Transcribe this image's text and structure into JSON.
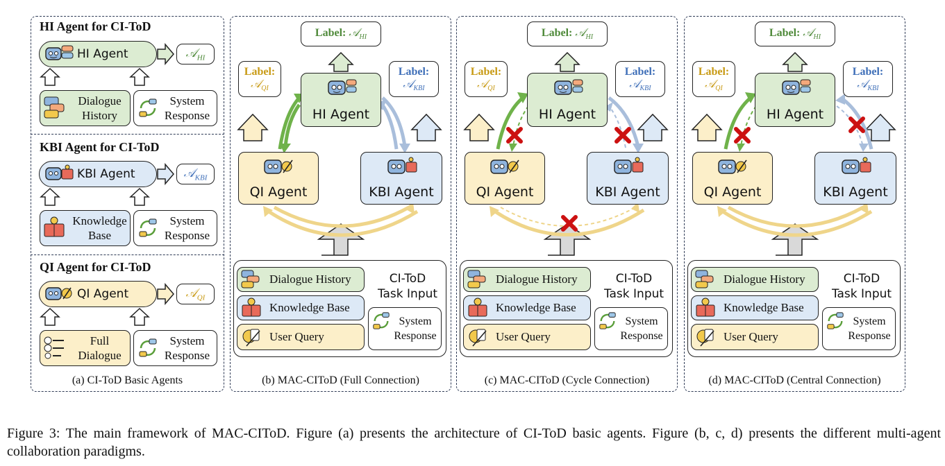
{
  "colors": {
    "hi": "#dcecd2",
    "kbi": "#dde9f6",
    "qi": "#fcefc9",
    "label_hi": "#4f8a3a",
    "label_kbi": "#3f6fb8",
    "label_qi": "#c89a14",
    "arrow_green": "#6fb24a",
    "arrow_blue": "#a9bedb",
    "arrow_yellow": "#efd58a",
    "cross": "#cc1111"
  },
  "panel_a": {
    "hi_title": "HI Agent for CI-ToD",
    "hi_agent": "HI Agent",
    "hi_out": "𝒜",
    "hi_out_sub": "HI",
    "hi_in1_l1": "Dialogue",
    "hi_in1_l2": "History",
    "hi_in2_l1": "System",
    "hi_in2_l2": "Response",
    "kbi_title": "KBI Agent for CI-ToD",
    "kbi_agent": "KBI Agent",
    "kbi_out": "𝒜",
    "kbi_out_sub": "KBI",
    "kbi_in1_l1": "Knowledge",
    "kbi_in1_l2": "Base",
    "kbi_in2_l1": "System",
    "kbi_in2_l2": "Response",
    "qi_title": "QI Agent for CI-ToD",
    "qi_agent": "QI Agent",
    "qi_out": "𝒜",
    "qi_out_sub": "QI",
    "qi_in1_l1": "Full",
    "qi_in1_l2": "Dialogue",
    "qi_in2_l1": "System",
    "qi_in2_l2": "Response",
    "caption": "(a) CI-ToD Basic Agents"
  },
  "collab": {
    "label_word": "Label:",
    "label_hi": "𝒜",
    "label_hi_sub": "HI",
    "label_qi": "𝒜",
    "label_qi_sub": "QI",
    "label_kbi": "𝒜",
    "label_kbi_sub": "KBI",
    "hi_agent": "HI Agent",
    "qi_agent": "QI Agent",
    "kbi_agent": "KBI Agent",
    "input_dialogue": "Dialogue History",
    "input_kb": "Knowledge Base",
    "input_query": "User Query",
    "task_l1": "CI-ToD",
    "task_l2": "Task Input",
    "sys_l1": "System",
    "sys_l2": "Response"
  },
  "captions": {
    "b": "(b) MAC-CIToD (Full Connection)",
    "c": "(c) MAC-CIToD (Cycle Connection)",
    "d": "(d) MAC-CIToD (Central Connection)"
  },
  "figure_caption": "Figure 3: The main framework of MAC-CIToD. Figure (a) presents the architecture of CI-ToD basic agents. Figure (b, c, d) presents the different multi-agent collaboration paradigms."
}
